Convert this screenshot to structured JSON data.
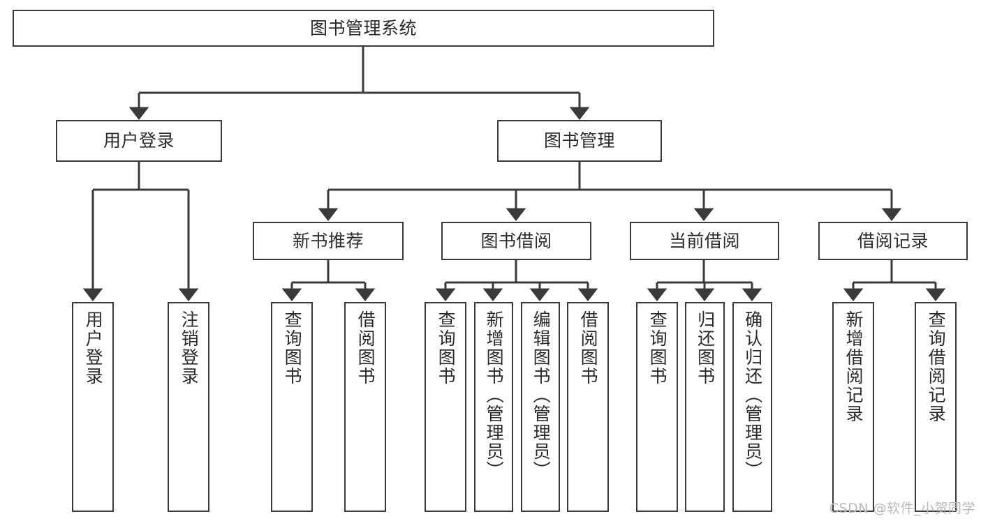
{
  "diagram": {
    "type": "tree",
    "title": "图书管理系统",
    "orientation": "top-down",
    "colors": {
      "node_border": "#3a3a3a",
      "node_fill": "#ffffff",
      "edge": "#3a3a3a",
      "text": "#2b2b2b",
      "watermark": "#b9b9b9",
      "background": "#ffffff"
    },
    "root": {
      "id": "root",
      "label": "图书管理系统"
    },
    "level2": [
      {
        "id": "user-login",
        "label": "用户登录"
      },
      {
        "id": "book-manage",
        "label": "图书管理"
      }
    ],
    "level3": [
      {
        "id": "new-book-recommend",
        "label": "新书推荐",
        "parent": "book-manage"
      },
      {
        "id": "book-borrow",
        "label": "图书借阅",
        "parent": "book-manage"
      },
      {
        "id": "current-borrow",
        "label": "当前借阅",
        "parent": "book-manage"
      },
      {
        "id": "borrow-record",
        "label": "借阅记录",
        "parent": "book-manage"
      }
    ],
    "leaves": [
      {
        "id": "leaf-user-login",
        "label": "用户登录",
        "parent": "user-login"
      },
      {
        "id": "leaf-logout-login",
        "label": "注销登录",
        "parent": "user-login"
      },
      {
        "id": "leaf-query-book-1",
        "label": "查询图书",
        "parent": "new-book-recommend"
      },
      {
        "id": "leaf-borrow-book-1",
        "label": "借阅图书",
        "parent": "new-book-recommend"
      },
      {
        "id": "leaf-query-book-2",
        "label": "查询图书",
        "parent": "book-borrow"
      },
      {
        "id": "leaf-add-book",
        "label": "新增图书（管理员）",
        "parent": "book-borrow"
      },
      {
        "id": "leaf-edit-book",
        "label": "编辑图书（管理员）",
        "parent": "book-borrow"
      },
      {
        "id": "leaf-borrow-book-2",
        "label": "借阅图书",
        "parent": "book-borrow"
      },
      {
        "id": "leaf-query-book-3",
        "label": "查询图书",
        "parent": "current-borrow"
      },
      {
        "id": "leaf-return-book",
        "label": "归还图书",
        "parent": "current-borrow"
      },
      {
        "id": "leaf-confirm-return",
        "label": "确认归还（管理员）",
        "parent": "current-borrow"
      },
      {
        "id": "leaf-add-record",
        "label": "新增借阅记录",
        "parent": "borrow-record"
      },
      {
        "id": "leaf-query-record",
        "label": "查询借阅记录",
        "parent": "borrow-record"
      }
    ]
  },
  "watermark": {
    "text": "CSDN @软件_小贺同学"
  }
}
